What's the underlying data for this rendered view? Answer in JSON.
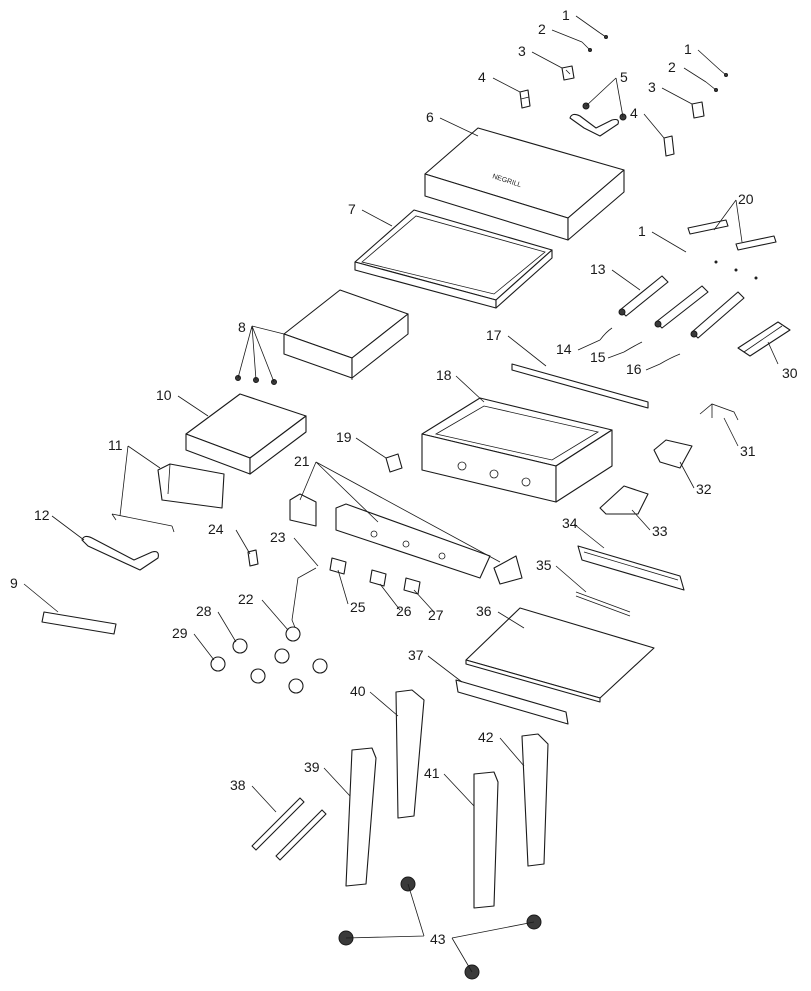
{
  "diagram": {
    "brand_mark": "NEGRILL",
    "callouts": [
      {
        "id": "c1a",
        "label": "1"
      },
      {
        "id": "c2a",
        "label": "2"
      },
      {
        "id": "c3a",
        "label": "3"
      },
      {
        "id": "c4a",
        "label": "4"
      },
      {
        "id": "c5",
        "label": "5"
      },
      {
        "id": "c1b",
        "label": "1"
      },
      {
        "id": "c2b",
        "label": "2"
      },
      {
        "id": "c3b",
        "label": "3"
      },
      {
        "id": "c4b",
        "label": "4"
      },
      {
        "id": "c6",
        "label": "6"
      },
      {
        "id": "c7",
        "label": "7"
      },
      {
        "id": "c20",
        "label": "20"
      },
      {
        "id": "c1c",
        "label": "1"
      },
      {
        "id": "c13",
        "label": "13"
      },
      {
        "id": "c8",
        "label": "8"
      },
      {
        "id": "c17",
        "label": "17"
      },
      {
        "id": "c14",
        "label": "14"
      },
      {
        "id": "c15",
        "label": "15"
      },
      {
        "id": "c16",
        "label": "16"
      },
      {
        "id": "c30",
        "label": "30"
      },
      {
        "id": "c18",
        "label": "18"
      },
      {
        "id": "c10",
        "label": "10"
      },
      {
        "id": "c19",
        "label": "19"
      },
      {
        "id": "c31",
        "label": "31"
      },
      {
        "id": "c11",
        "label": "11"
      },
      {
        "id": "c21",
        "label": "21"
      },
      {
        "id": "c32",
        "label": "32"
      },
      {
        "id": "c33",
        "label": "33"
      },
      {
        "id": "c12",
        "label": "12"
      },
      {
        "id": "c24",
        "label": "24"
      },
      {
        "id": "c34",
        "label": "34"
      },
      {
        "id": "c23",
        "label": "23"
      },
      {
        "id": "c35",
        "label": "35"
      },
      {
        "id": "c9",
        "label": "9"
      },
      {
        "id": "c25",
        "label": "25"
      },
      {
        "id": "c26",
        "label": "26"
      },
      {
        "id": "c27",
        "label": "27"
      },
      {
        "id": "c22",
        "label": "22"
      },
      {
        "id": "c28",
        "label": "28"
      },
      {
        "id": "c36",
        "label": "36"
      },
      {
        "id": "c29",
        "label": "29"
      },
      {
        "id": "c37",
        "label": "37"
      },
      {
        "id": "c40",
        "label": "40"
      },
      {
        "id": "c42",
        "label": "42"
      },
      {
        "id": "c39",
        "label": "39"
      },
      {
        "id": "c41",
        "label": "41"
      },
      {
        "id": "c38",
        "label": "38"
      },
      {
        "id": "c43",
        "label": "43"
      }
    ]
  }
}
